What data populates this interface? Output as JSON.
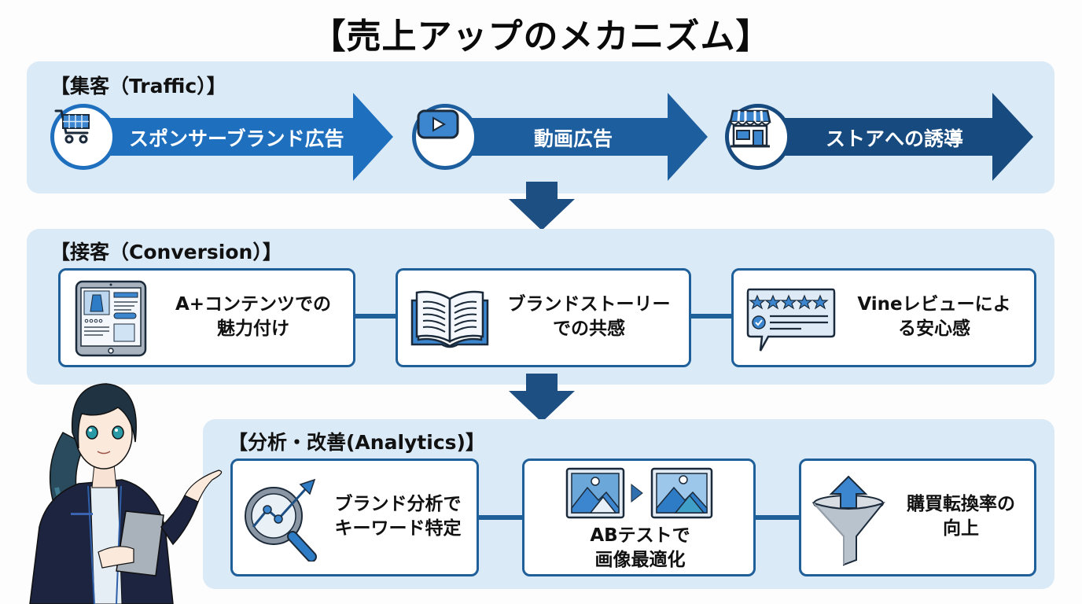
{
  "title": "【売上アップのメカニズム】",
  "colors": {
    "section_bg": "#dbeaf7",
    "arrow_1": "#1f6fbf",
    "arrow_2": "#1d5e9e",
    "arrow_3": "#174a7e",
    "card_border": "#1f5f9a",
    "down_arrow": "#1d4f82"
  },
  "traffic": {
    "label": "【集客（Traffic）】",
    "steps": [
      {
        "icon": "shopping-cart-icon",
        "label": "スポンサーブランド広告"
      },
      {
        "icon": "video-play-icon",
        "label": "動画広告"
      },
      {
        "icon": "storefront-icon",
        "label": "ストアへの誘導"
      }
    ]
  },
  "conversion": {
    "label": "【接客（Conversion）】",
    "cards": [
      {
        "icon": "tablet-product-page-icon",
        "line1": "A+コンテンツでの",
        "line2": "魅力付け"
      },
      {
        "icon": "open-book-icon",
        "line1": "ブランドストーリー",
        "line2": "での共感"
      },
      {
        "icon": "star-review-icon",
        "line1": "Vineレビューによ",
        "line2": "る安心感"
      }
    ]
  },
  "analytics": {
    "label": "【分析・改善(Analytics)】",
    "cards": [
      {
        "icon": "magnifier-chart-icon",
        "line1": "ブランド分析で",
        "line2": "キーワード特定"
      },
      {
        "icon": "ab-image-test-icon",
        "line1": "ABテストで",
        "line2": "画像最適化"
      },
      {
        "icon": "funnel-up-arrow-icon",
        "line1": "購買転換率の",
        "line2": "向上"
      }
    ]
  },
  "presenter": {
    "icon": "presenter-woman-illustration"
  }
}
